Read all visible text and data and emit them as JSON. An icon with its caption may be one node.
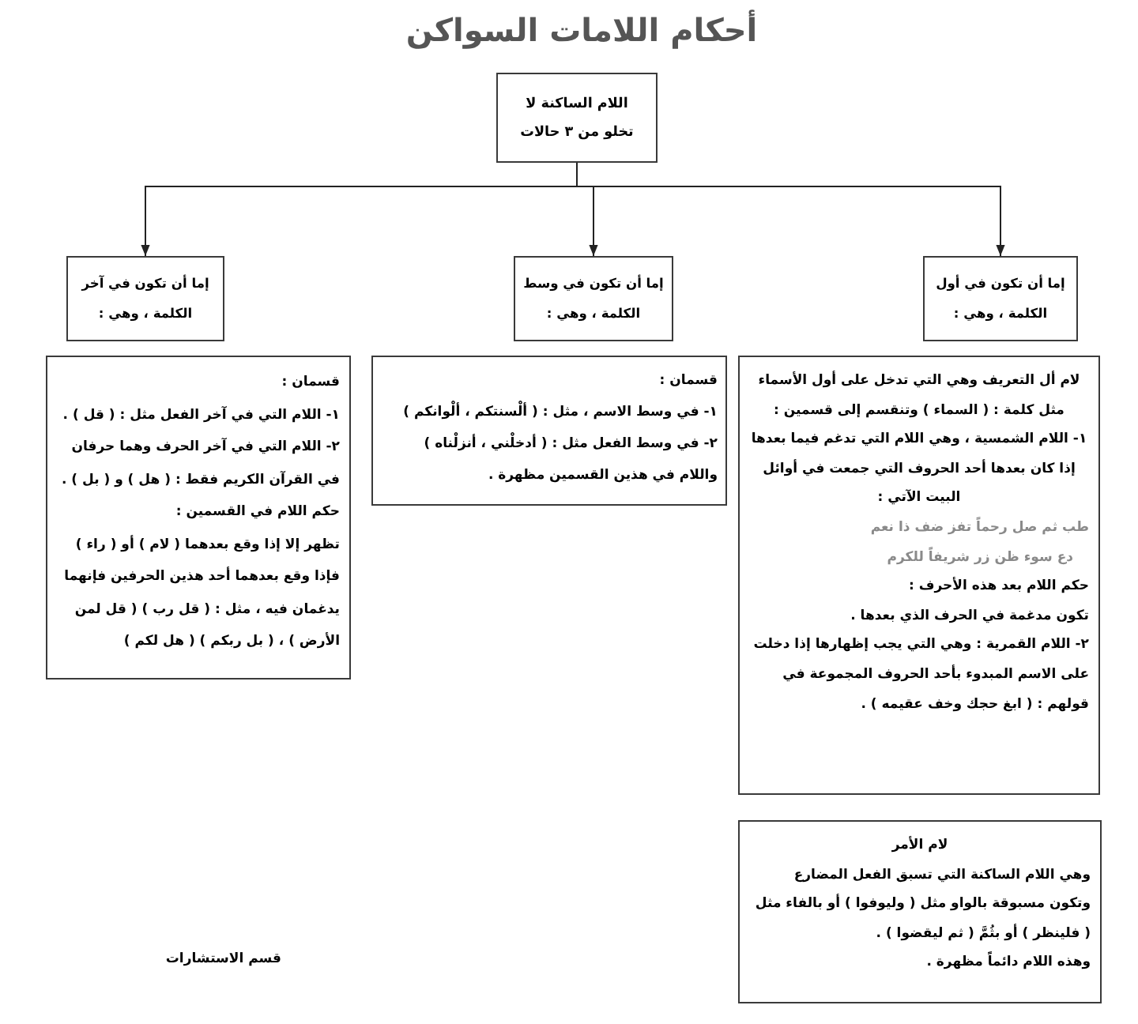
{
  "diagram": {
    "title": "أحكام اللامات السواكن",
    "nodes": [
      {
        "text": [
          "اللام الساكنة لا تخلو من ٣ حالات"
        ]
      },
      {
        "text": [
          "إما أن تكون في أول الكلمة ، وهي :"
        ]
      },
      {
        "text": [
          "إما أن تكون في وسط الكلمة ، وهي :"
        ]
      },
      {
        "text": [
          "إما أن تكون في آخر الكلمة ، وهي :"
        ]
      },
      {
        "text": [
          "لام أل التعريف وهي التي تدخل على أول الأسماء مثل كلمة : ( السماء ) وتنقسم إلى قسمين :",
          "١- اللام الشمسية ، وهي اللام التي تدغم فيما بعدها إذا كان بعدها أحد الحروف التي جمعت في أوائل البيت الآتي :",
          "طب ثم صل رحماً تفز ضف ذا نعم",
          "دع سوء ظن زر شريفاً للكرم",
          "حكم اللام بعد هذه الأحرف :",
          "تكون مدغمة في الحرف الذي بعدها .",
          "٢- اللام القمرية : وهي التي يجب إظهارها إذا دخلت على الاسم المبدوء بأحد الحروف المجموعة في قولهم : ( ابغ حجك وخف عقيمه ) ."
        ]
      },
      {
        "text": [
          "قسمان :",
          "١- في وسط الاسم ، مثل : ( ألْسنتكم ، ألْوانكم )",
          "٢- في وسط الفعل مثل : ( أدخلْني ، أنزلْناه )",
          "واللام في هذين القسمين مظهرة ."
        ]
      },
      {
        "text": [
          "قسمان :",
          "١- اللام التي في آخر الفعل مثل : ( قل ) .",
          "٢- اللام التي في آخر الحرف وهما حرفان في القرآن الكريم فقط : ( هل ) و ( بل ) .",
          "حكم اللام في القسمين :",
          "تظهر إلا إذا وقع بعدهما ( لام ) أو ( راء ) فإذا وقع بعدهما أحد هذين الحرفين فإنهما يدغمان فيه ، مثل : ( قل رب ) ( قل لمن الأرض ) ، ( بل ربكم ) ( هل لكم )"
        ]
      },
      {
        "text": [
          "لام الأمر",
          "وهي اللام الساكنة التي تسبق الفعل المضارع",
          "وتكون مسبوقة بالواو مثل ( وليوفوا ) أو بالفاء مثل ( فلينظر ) أو بثُمَّ ( ثم ليقضوا ) .",
          "وهذه اللام دائماً مظهرة ."
        ]
      }
    ],
    "edges": [
      {
        "from": 0,
        "to": 1,
        "arrow": "to"
      },
      {
        "from": 0,
        "to": 2,
        "arrow": "to"
      },
      {
        "from": 0,
        "to": 3,
        "arrow": "to"
      }
    ],
    "labels": [
      "قسم الاستشارات"
    ]
  }
}
